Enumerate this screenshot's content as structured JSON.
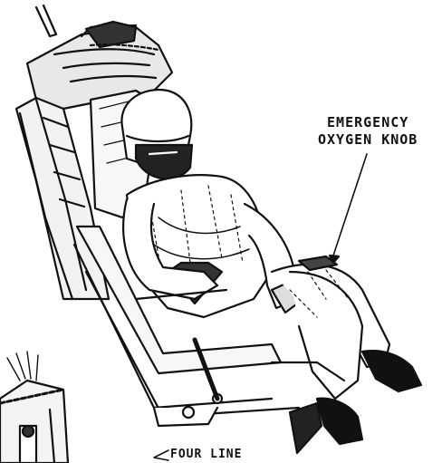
{
  "callouts": {
    "emergency_oxygen_knob": [
      "EMERGENCY",
      "OXYGEN KNOB"
    ],
    "bottom_partial": "FOUR LINE"
  },
  "colors": {
    "ink": "#111111",
    "paper": "#ffffff"
  }
}
